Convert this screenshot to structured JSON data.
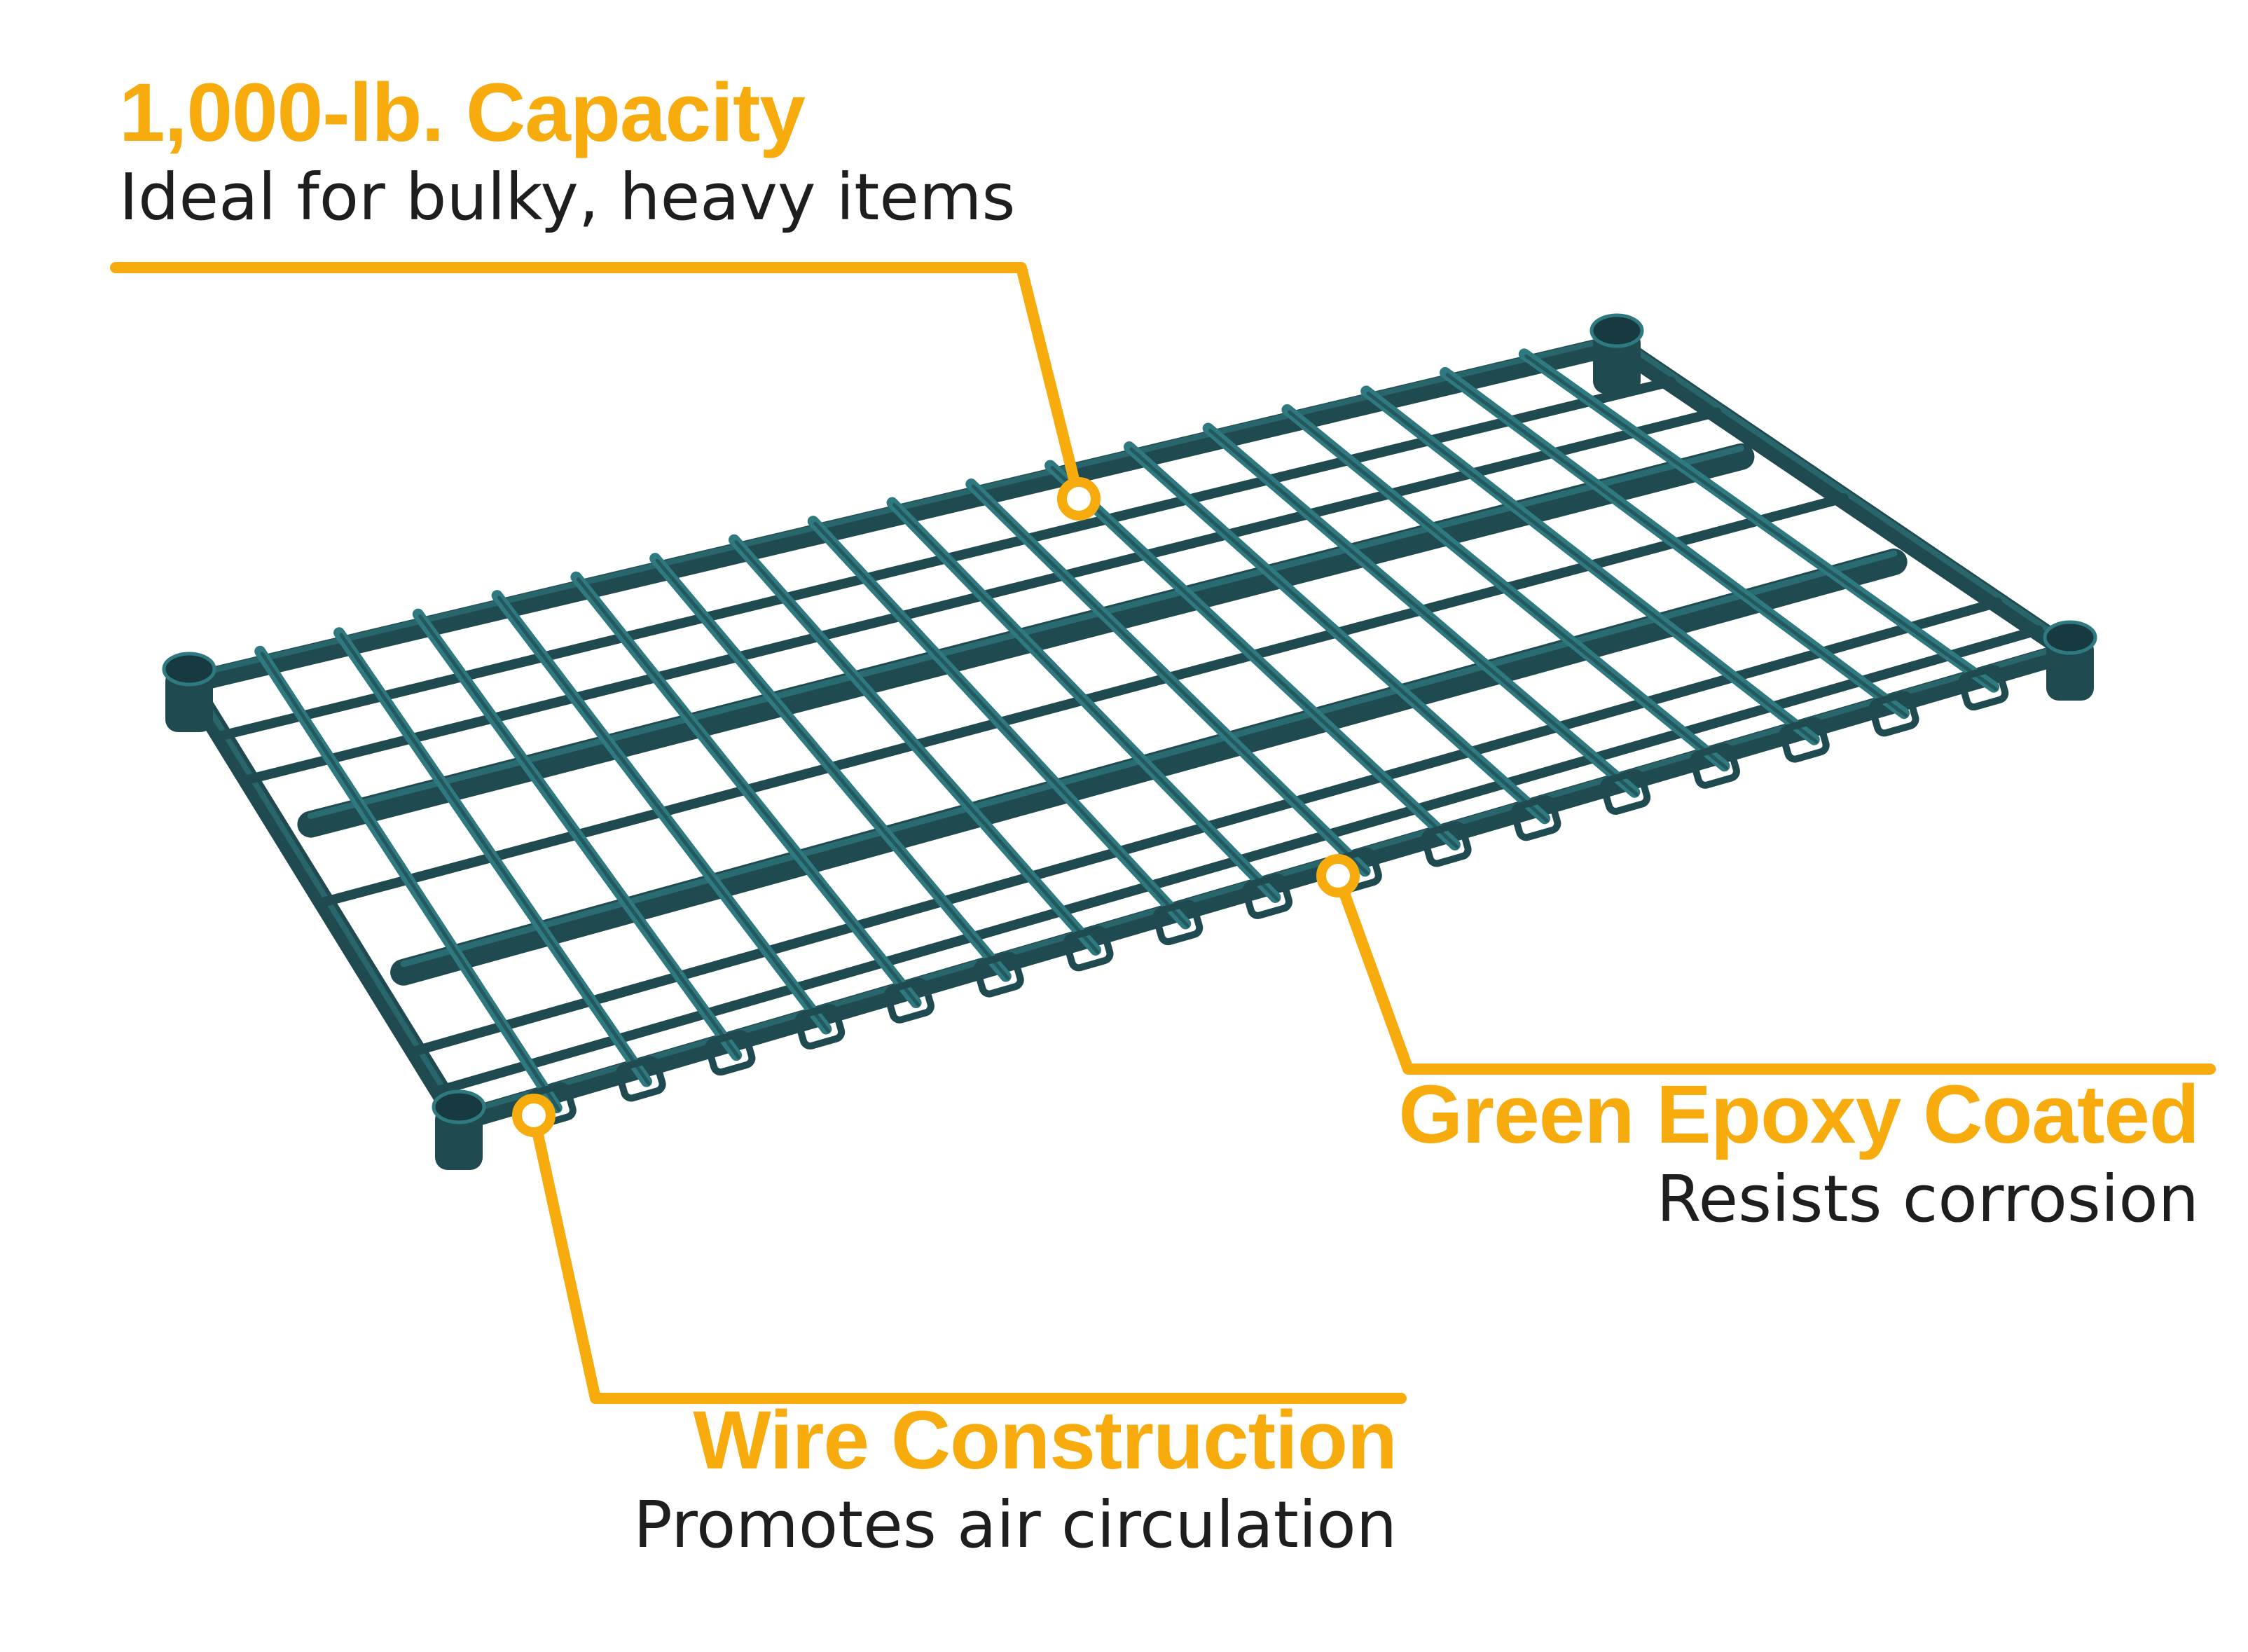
{
  "colors": {
    "accent": "#f7ab0c",
    "text": "#1e1e1e",
    "shelf_dark": "#1f4a50",
    "shelf_light": "#2f7a80",
    "background": "#ffffff"
  },
  "callouts": {
    "capacity": {
      "headline": "1,000-lb. Capacity",
      "subline": "Ideal for bulky, heavy items"
    },
    "epoxy": {
      "headline": "Green Epoxy Coated",
      "subline": "Resists corrosion"
    },
    "wire": {
      "headline": "Wire Construction",
      "subline": "Promotes air circulation"
    }
  },
  "product": {
    "icon": "green-wire-shelf"
  }
}
